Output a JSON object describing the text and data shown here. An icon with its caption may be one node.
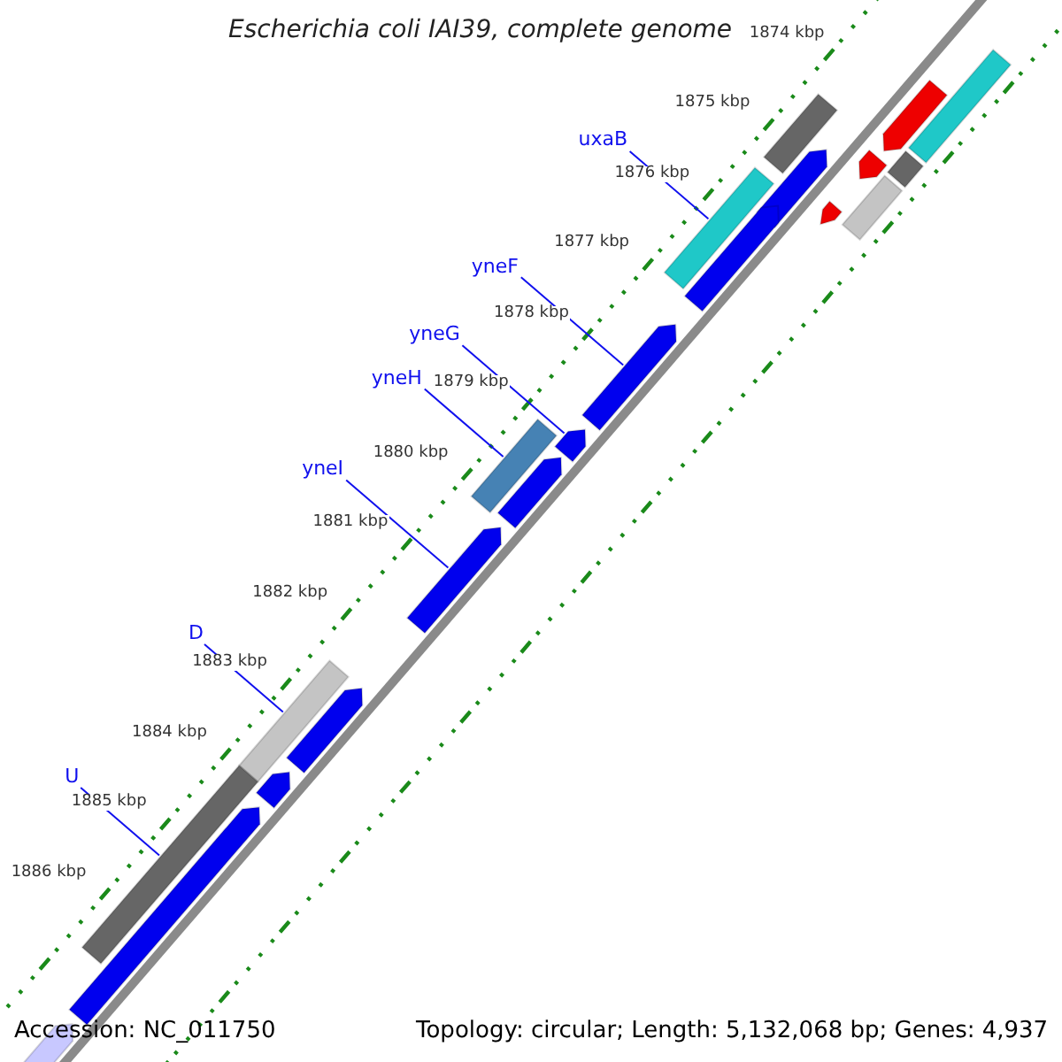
{
  "diagram": {
    "title": "Escherichia coli IAI39, complete genome",
    "nodes": [
      {
        "text": [
          "uxaB"
        ]
      },
      {
        "text": [
          "yneF"
        ]
      },
      {
        "text": [
          "yneG"
        ]
      },
      {
        "text": [
          "yneH"
        ]
      },
      {
        "text": [
          "yneI"
        ]
      },
      {
        "text": [
          "D"
        ]
      },
      {
        "text": [
          "U"
        ]
      },
      {
        "text": [],
        "shape": "bar"
      },
      {
        "text": [],
        "shape": "arrow"
      },
      {
        "text": [],
        "shape": "bar"
      },
      {
        "text": [],
        "shape": "bar"
      },
      {
        "text": [],
        "shape": "arrow"
      },
      {
        "text": [],
        "shape": "bar"
      },
      {
        "text": [],
        "shape": "arrow"
      },
      {
        "text": [],
        "shape": "arrow"
      },
      {
        "text": [],
        "shape": "bar"
      },
      {
        "text": [],
        "shape": "arrow"
      },
      {
        "text": [],
        "shape": "arrow"
      },
      {
        "text": [],
        "shape": "arrow"
      },
      {
        "text": [],
        "shape": "bar"
      },
      {
        "text": [],
        "shape": "arrow"
      },
      {
        "text": [],
        "shape": "arrow"
      },
      {
        "text": [],
        "shape": "arrow"
      },
      {
        "text": [],
        "shape": "bar"
      },
      {
        "text": [],
        "shape": "arrow"
      },
      {
        "text": [],
        "shape": "bar"
      },
      {
        "text": [],
        "shape": "arrow"
      },
      {
        "text": [],
        "shape": "arrow"
      }
    ],
    "edges": [
      {
        "from": 0,
        "to": 15,
        "arrow": "none"
      },
      {
        "from": 1,
        "to": 17,
        "arrow": "none"
      },
      {
        "from": 2,
        "to": 18,
        "arrow": "none"
      },
      {
        "from": 3,
        "to": 19,
        "arrow": "none"
      },
      {
        "from": 4,
        "to": 21,
        "arrow": "none"
      },
      {
        "from": 5,
        "to": 23,
        "arrow": "none"
      },
      {
        "from": 6,
        "to": 25,
        "arrow": "none"
      }
    ],
    "labels": [
      "1874 kbp",
      "1875 kbp",
      "1876 kbp",
      "1877 kbp",
      "1878 kbp",
      "1879 kbp",
      "1880 kbp",
      "1881 kbp",
      "1882 kbp",
      "1883 kbp",
      "1884 kbp",
      "1885 kbp",
      "1886 kbp",
      "Accession: NC_011750",
      "Topology: circular; Length: 5,132,068 bp; Genes: 4,937"
    ]
  }
}
